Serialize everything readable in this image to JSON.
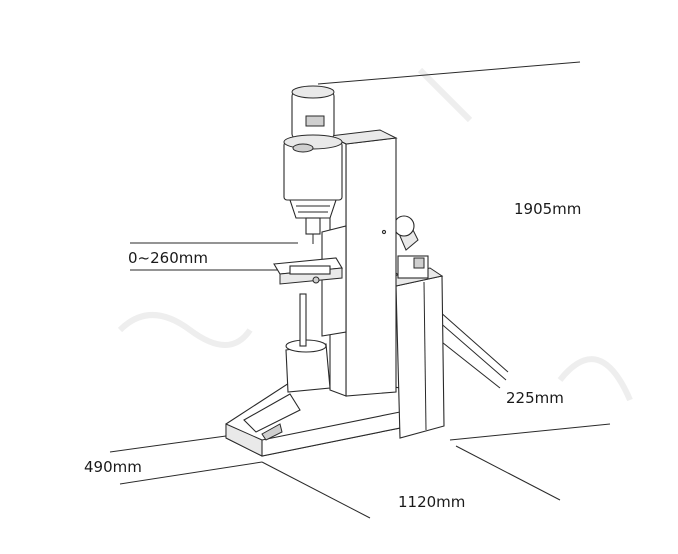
{
  "dimensions": {
    "total_height": "1905mm",
    "stroke_range": "0~260mm",
    "throat_depth": "225mm",
    "base_width": "490mm",
    "base_length": "1120mm"
  }
}
